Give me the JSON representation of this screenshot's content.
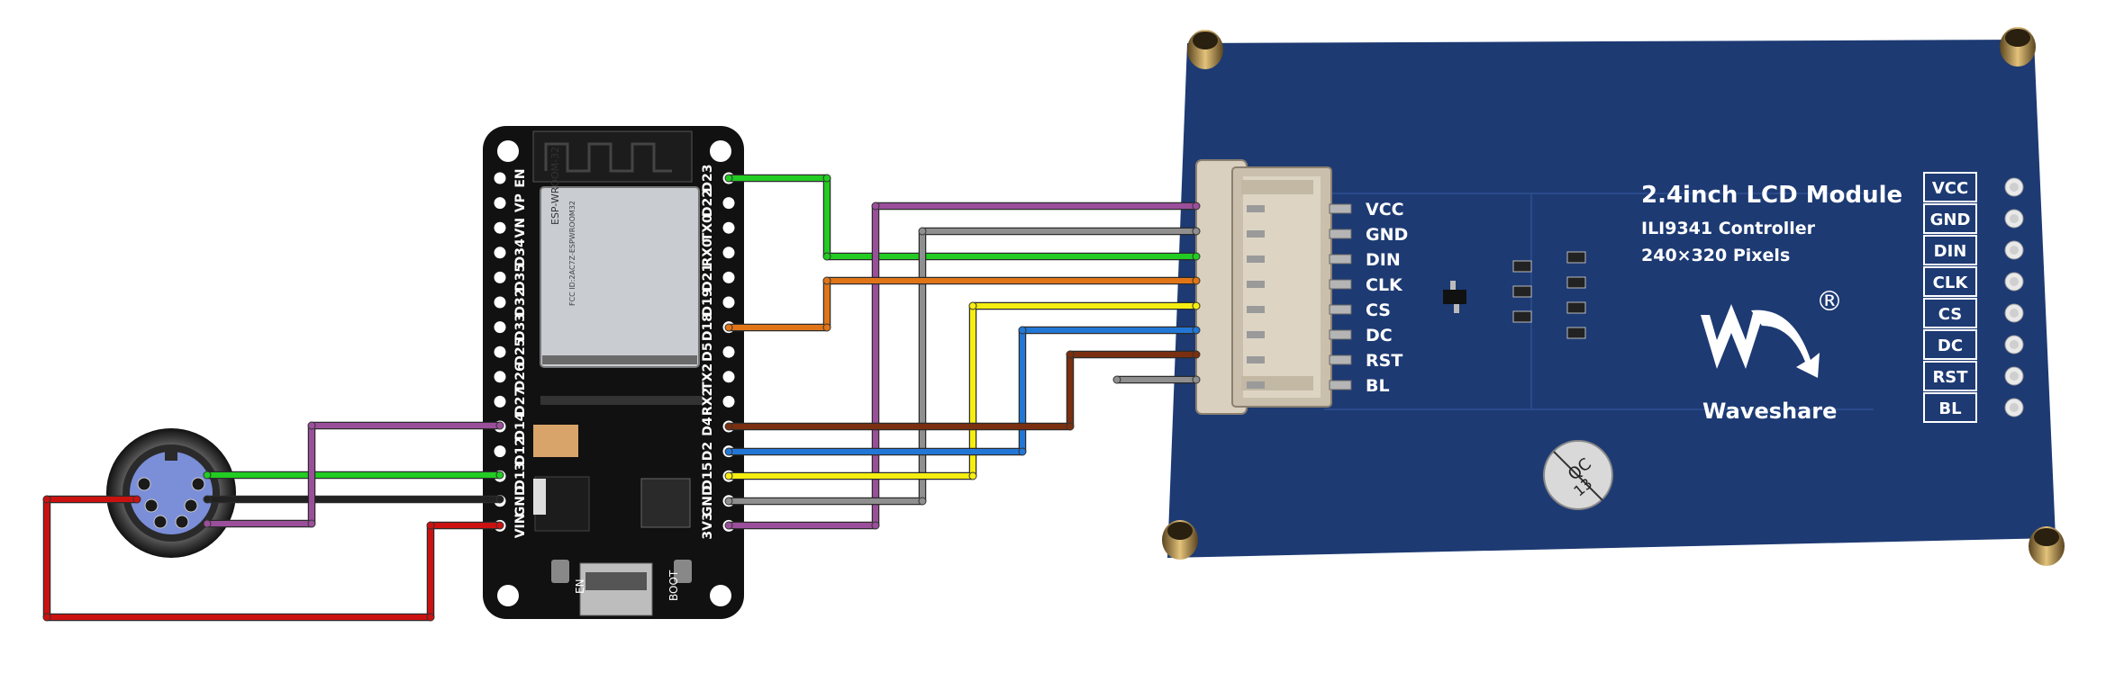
{
  "lcd": {
    "title": "2.4inch LCD Module",
    "controller": "ILI9341 Controller",
    "resolution": "240×320 Pixels",
    "brand": "Waveshare",
    "registered": "®",
    "qc_text": "QC",
    "qc_number": "13",
    "board_color": "#1d3a73",
    "connector_pins": [
      "VCC",
      "GND",
      "DIN",
      "CLK",
      "CS",
      "DC",
      "RST",
      "BL"
    ],
    "header_pins": [
      "VCC",
      "GND",
      "DIN",
      "CLK",
      "CS",
      "DC",
      "RST",
      "BL"
    ]
  },
  "esp32": {
    "module_label": "ESP-WROOM-32",
    "fcc_id": "FCC ID:2AC7Z-ESPWROOM32",
    "en_label": "EN",
    "boot_label": "BOOT",
    "left_pins": [
      "EN",
      "VP",
      "VN",
      "D34",
      "D35",
      "D32",
      "D33",
      "D25",
      "D26",
      "D27",
      "D14",
      "D12",
      "D13",
      "GND",
      "VIN"
    ],
    "right_pins": [
      "D23",
      "D22",
      "TX0",
      "RX0",
      "D21",
      "D19",
      "D18",
      "D5",
      "TX2",
      "RX2",
      "D4",
      "D2",
      "D15",
      "GND",
      "3V3"
    ]
  },
  "wire_colors": {
    "red": "#cc1111",
    "green": "#22cc22",
    "black": "#222222",
    "purple": "#9b4f9b",
    "gray": "#8f8f8f",
    "orange": "#e07518",
    "yellow": "#f5ee10",
    "blue": "#2277d6",
    "brown": "#7a2f10"
  }
}
